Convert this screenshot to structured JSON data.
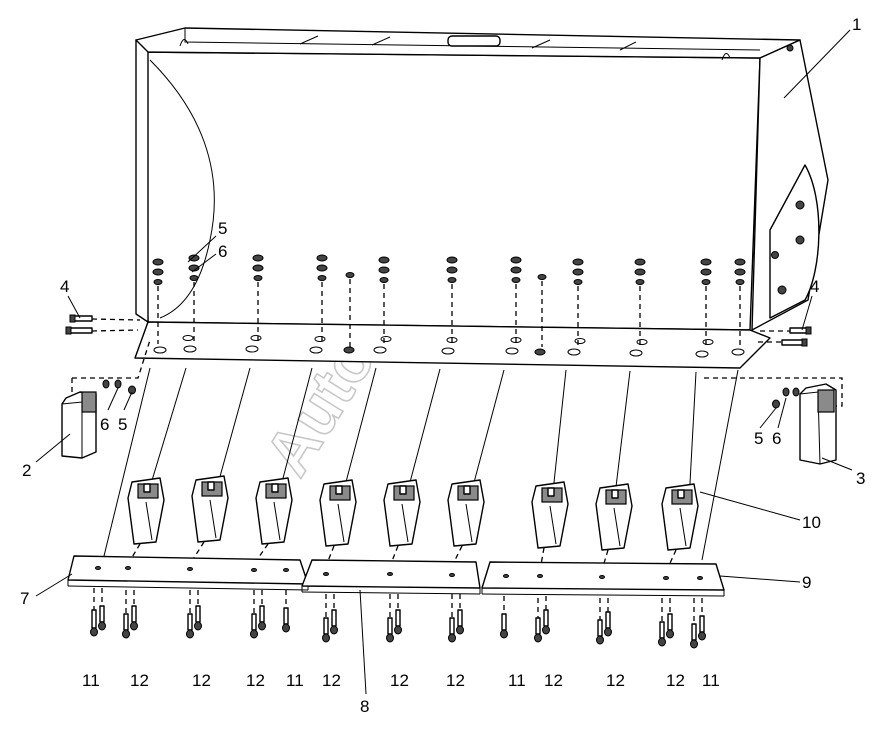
{
  "watermark": "AutoSoft",
  "callouts": {
    "c1": "1",
    "c2": "2",
    "c3": "3",
    "c4a": "4",
    "c4b": "4",
    "c5a": "5",
    "c6a": "6",
    "c6b": "6",
    "c5b": "5",
    "c5c": "5",
    "c6c": "6",
    "c7": "7",
    "c8": "8",
    "c9": "9",
    "c10": "10",
    "b1": "11",
    "b2": "12",
    "b3": "12",
    "b4": "12",
    "b5": "11",
    "b6": "12",
    "b7": "12",
    "b8": "12",
    "b9": "11",
    "b10": "12",
    "b11": "12",
    "b12": "12",
    "b13": "11"
  },
  "icons": {
    "bucket": "bucket-icon",
    "tooth": "tooth-adapter-icon",
    "bolt": "bolt-icon",
    "cutting_edge": "cutting-edge-icon"
  }
}
